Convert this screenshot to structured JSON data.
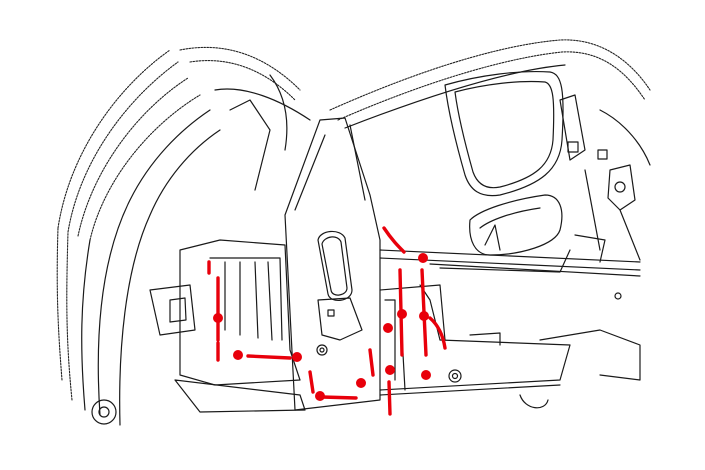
{
  "diagram": {
    "subject": "vehicle-rear-quarter-structure",
    "colors": {
      "outline": "#1a1a1a",
      "cut_line": "#e8000b",
      "spot_weld": "#e8000b",
      "background": "#ffffff"
    },
    "spot_weld_count": 11,
    "cut_line_count": 12
  }
}
